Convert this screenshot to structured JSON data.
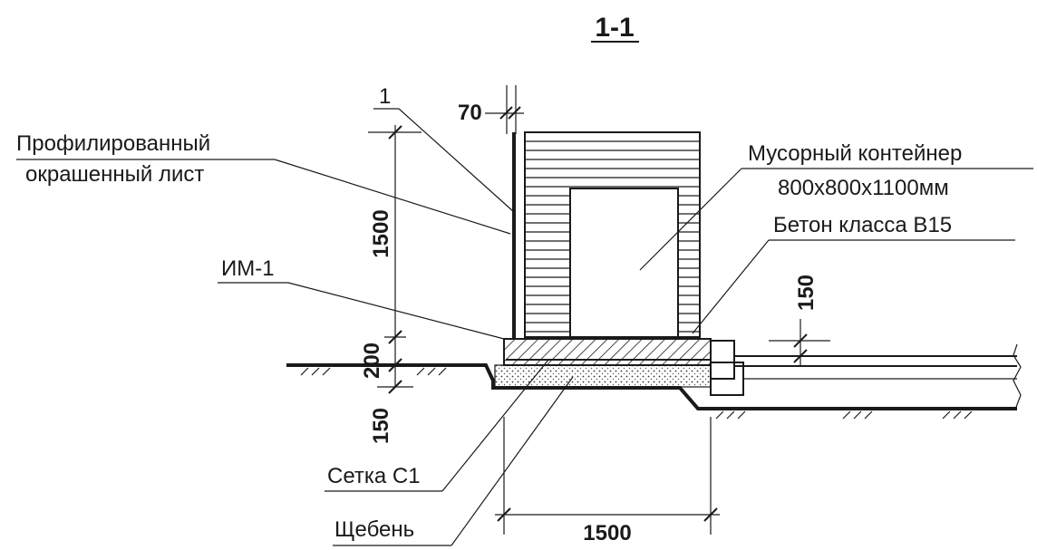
{
  "section": {
    "title": "1-1"
  },
  "labels": {
    "callout_number": "1",
    "profiled_sheet_line1": "Профилированный",
    "profiled_sheet_line2": "окрашенный лист",
    "container_line1": "Мусорный контейнер",
    "container_line2": "800х800х1100мм",
    "concrete": "Бетон класса В15",
    "embedded_part": "ИМ-1",
    "mesh": "Сетка С1",
    "gravel": "Щебень"
  },
  "dimensions": {
    "sheet_thickness": "70",
    "fence_height": "1500",
    "slab_thickness": "200",
    "gravel_thickness": "150",
    "curb_height": "150",
    "slab_width": "1500"
  }
}
